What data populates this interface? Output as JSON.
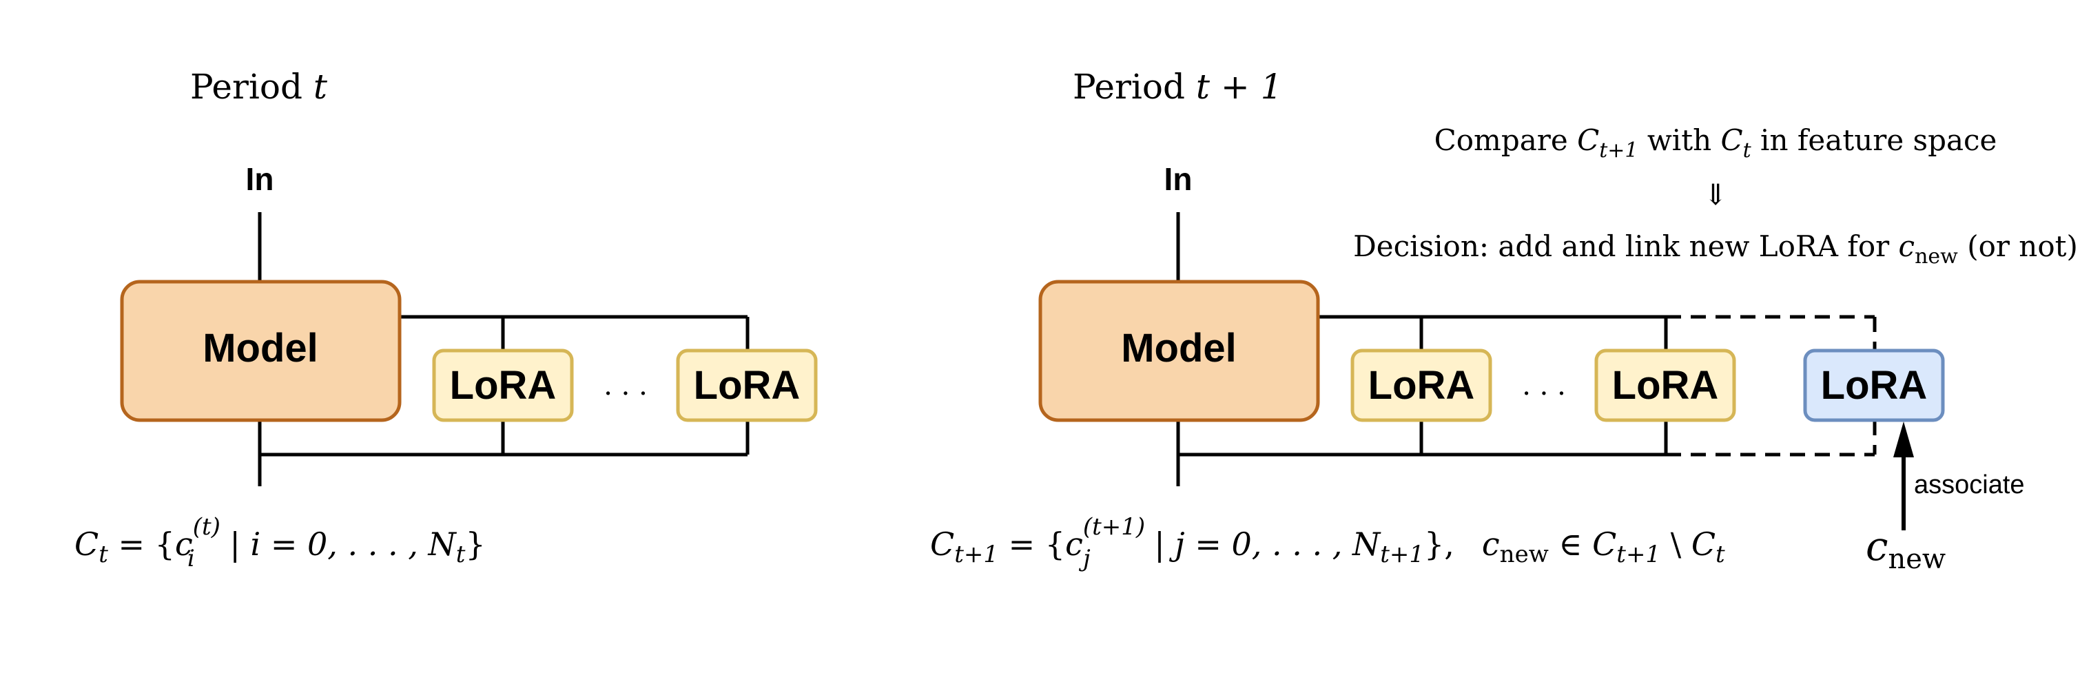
{
  "left_panel": {
    "title_prefix": "Period ",
    "title_var": "t",
    "input_label": "In",
    "model_label": "Model",
    "lora_labels": [
      "LoRA",
      "LoRA"
    ],
    "ellipsis": "· · ·",
    "set_formula": {
      "lhs_symbol": "C",
      "lhs_sub": "t",
      "equals": " = {",
      "elem": "c",
      "elem_sup": "(t)",
      "elem_sub": "i",
      "condition": " | i = 0, . . . , N",
      "cond_sub": "t",
      "close": "}"
    }
  },
  "right_panel": {
    "title_prefix": "Period ",
    "title_var": "t + 1",
    "input_label": "In",
    "model_label": "Model",
    "lora_labels": [
      "LoRA",
      "LoRA"
    ],
    "ellipsis": "· · ·",
    "new_lora_label": "LoRA",
    "associate_label": "associate",
    "new_concept": {
      "symbol": "c",
      "sub": "new"
    },
    "compare_text": {
      "prefix": "Compare ",
      "sym1": "C",
      "sym1_sub": "t+1",
      "middle": " with ",
      "sym2": "C",
      "sym2_sub": "t",
      "suffix": " in feature space"
    },
    "arrow_glyph": "⇓",
    "decision_text": {
      "prefix": "Decision: add and link new LoRA for ",
      "sym": "c",
      "sym_sub": "new",
      "suffix": " (or not)"
    },
    "set_formula": {
      "lhs_symbol": "C",
      "lhs_sub": "t+1",
      "equals": " = {",
      "elem": "c",
      "elem_sup": "(t+1)",
      "elem_sub": "j",
      "condition": " | j = 0, . . . , N",
      "cond_sub": "t+1",
      "close": "},",
      "rel_sym": "c",
      "rel_sub": "new",
      "rel_in": " ∈ ",
      "rel_C1": "C",
      "rel_C1_sub": "t+1",
      "rel_minus": " \\ ",
      "rel_C2": "C",
      "rel_C2_sub": "t"
    }
  },
  "colors": {
    "model_fill": "#f9d5ab",
    "model_stroke": "#b5651d",
    "lora_fill": "#fff2cc",
    "lora_stroke": "#d6b656",
    "new_lora_fill": "#dae8fc",
    "new_lora_stroke": "#6c8ebf",
    "line": "#000000"
  }
}
